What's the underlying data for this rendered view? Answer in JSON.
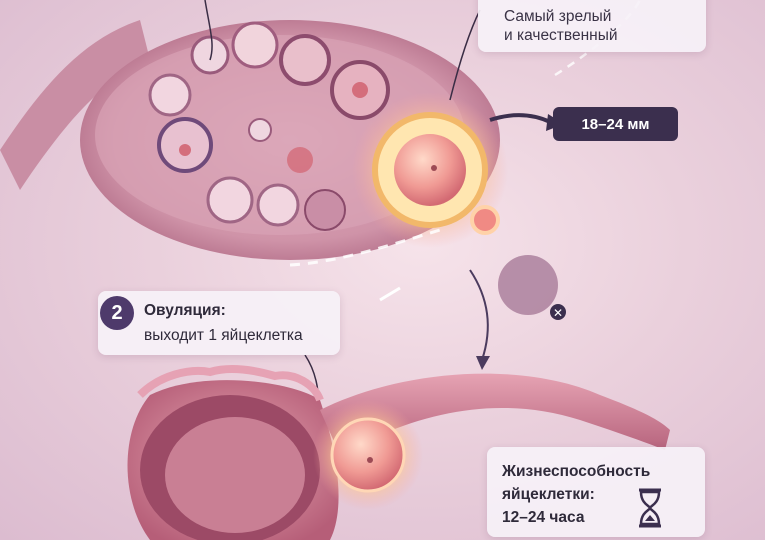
{
  "mature_card": {
    "line1": "Самый зрелый",
    "line2": "и качественный"
  },
  "size_badge": {
    "label": "18–24 мм"
  },
  "ovulation": {
    "step": "2",
    "title": "Овуляция:",
    "subtitle": "выходит 1 яйцеклетка"
  },
  "viability": {
    "line1": "Жизнеспособность",
    "line2": "яйцеклетки:",
    "line3": "12–24 часа"
  },
  "icons": [
    "hourglass-icon",
    "close-icon",
    "arrow-icon"
  ],
  "colors": {
    "badge": "#3b2f4e",
    "step": "#4e3a6b",
    "tissue": "#c9798f",
    "glow": "#ffd27a"
  }
}
